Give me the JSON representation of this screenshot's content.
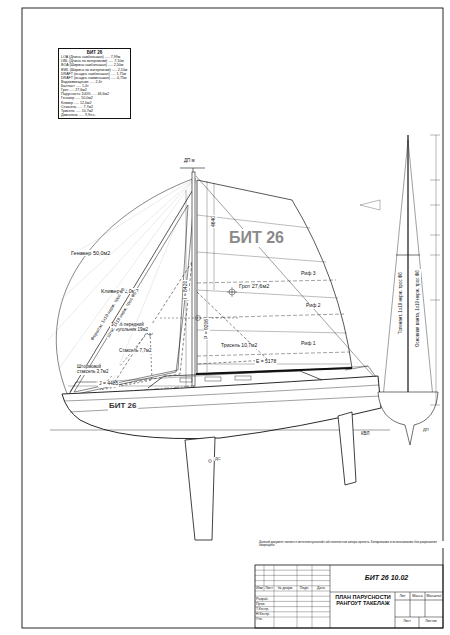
{
  "diagram": {
    "nodes": [
      {
        "text": [
          "БИТ 26",
          "LOA (Длина наибольшая) ..... 7,99м",
          "LWL (Длина по ватерлинии) ..... 7,10м",
          "BOA (Ширина наибольшая) ..... 2,50м",
          "BWL (Ширина по ватерлинии) ..... 2,10м",
          "DRAFT (осадка наибольшая) ..... 1,75м",
          "DRAFT (осадка наименьшая) ..... 0,75м",
          "Водоизмещение ..... 2,4т",
          "Балласт ..... 1,0т",
          "Грот ..... 27,6м2",
          "Парусность 100% ..... 46,6м2",
          "Генакер ..... 50,0м2",
          "Кливер ..... 12,0м2",
          "Стаксель ..... 7,7м2",
          "Трисель ..... 10,7м2",
          "Двигатель ..... 9,9л.с."
        ]
      },
      {
        "text": [
          "БИТ 26 10.02",
          "ПЛАН ПАРУСНОСТИ РАНГОУТ ТАКЕЛАЖ",
          "Лит",
          "Масса",
          "Масштаб",
          "Лист",
          "Листов",
          "Изм",
          "Лист",
          "№ докум.",
          "Подп.",
          "Дата",
          "Разраб.",
          "Пров.",
          "Т.Контр.",
          "Н.Контр.",
          "Утв."
        ]
      }
    ],
    "labels": [
      "ДП м",
      "БИТ 26",
      "Генакер 50,0м2",
      "Кливер 12,0м2",
      "100% передний треугольник 19м2",
      "Стаксель 7,7м2",
      "Штормовой стаксель 3,7м2",
      "Грот 27,6м2",
      "Трисель 10,7м2",
      "Риф 1",
      "Риф 2",
      "Риф 3",
      "E = 5178",
      "J = 4485",
      "P = 9206",
      "I = 8420",
      "4640",
      "БИТ 26",
      "КВЛ",
      "ДС",
      "ДП",
      "Форштаг, 1x19 нерж. трос Ф6",
      "Штаг, 1x19 нерж. трос Ф5",
      "Топенант, 1x19 нерж. трос Ф6",
      "Основная ванта, 1x19 нерж. трос Ф6",
      "Данный документ является интеллектуальной собственностью автора проекта. Копирование и использование без разрешения запрещено."
    ]
  }
}
